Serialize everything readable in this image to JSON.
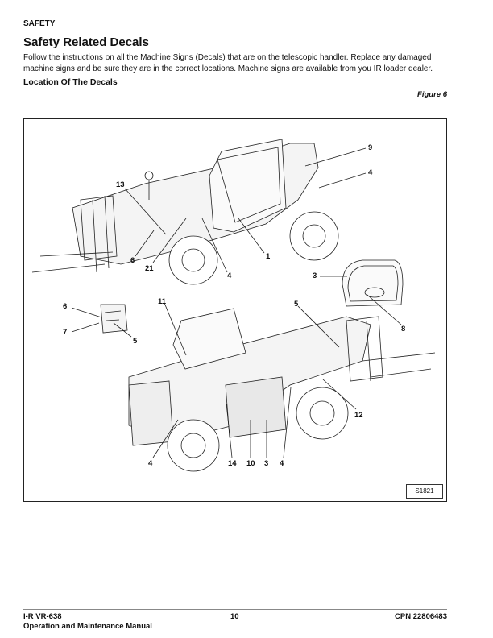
{
  "header": {
    "section": "SAFETY"
  },
  "title": "Safety Related Decals",
  "intro": "Follow the instructions on all the Machine Signs (Decals) that are on the telescopic handler. Replace any damaged machine signs and be sure they are in the correct locations. Machine signs are available from you IR loader dealer.",
  "subheading": "Location Of The Decals",
  "figure": {
    "label": "Figure 6",
    "code": "S1821",
    "callouts": [
      "9",
      "4",
      "13",
      "6",
      "21",
      "4",
      "1",
      "3",
      "8",
      "6",
      "7",
      "5",
      "11",
      "5",
      "12",
      "4",
      "14",
      "10",
      "3",
      "4"
    ]
  },
  "footer": {
    "model": "I-R  VR-638",
    "manual": "Operation and Maintenance Manual",
    "page": "10",
    "cpn": "CPN 22806483"
  }
}
